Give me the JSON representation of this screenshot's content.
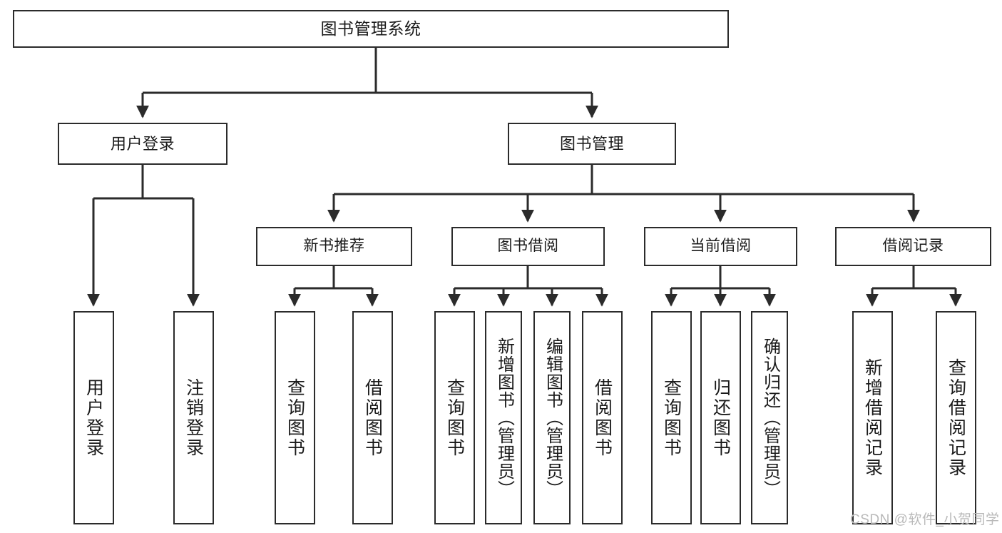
{
  "diagram": {
    "title": "图书管理系统",
    "root": {
      "label": "图书管理系统"
    },
    "level2": [
      {
        "label": "用户登录"
      },
      {
        "label": "图书管理"
      }
    ],
    "level3": [
      {
        "label": "新书推荐"
      },
      {
        "label": "图书借阅"
      },
      {
        "label": "当前借阅"
      },
      {
        "label": "借阅记录"
      }
    ],
    "leaves": [
      {
        "label": "用户登录"
      },
      {
        "label": "注销登录"
      },
      {
        "label": "查询图书"
      },
      {
        "label": "借阅图书"
      },
      {
        "label": "查询图书"
      },
      {
        "label": "新增图书（管理员）"
      },
      {
        "label": "编辑图书（管理员）"
      },
      {
        "label": "借阅图书"
      },
      {
        "label": "查询图书"
      },
      {
        "label": "归还图书"
      },
      {
        "label": "确认归还（管理员）"
      },
      {
        "label": "新增借阅记录"
      },
      {
        "label": "查询借阅记录"
      }
    ],
    "colors": {
      "background": "#ffffff",
      "box_fill": "#ffffff",
      "box_border": "#2b2b2b",
      "line": "#2b2b2b",
      "text": "#1a1a1a",
      "watermark": "#b9b9b9"
    }
  },
  "watermark": {
    "text": "CSDN @软件_小贺同学"
  }
}
